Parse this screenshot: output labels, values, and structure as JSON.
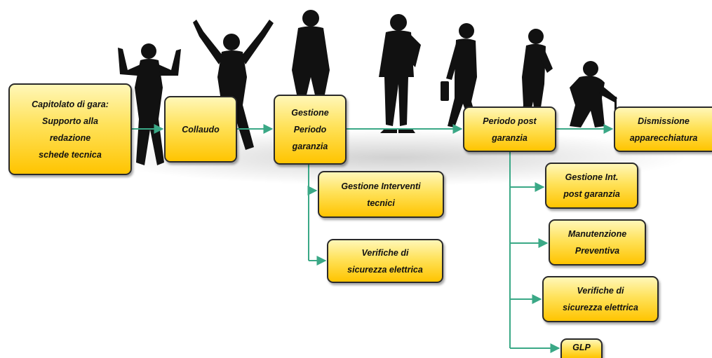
{
  "nodes": {
    "capitolato": "Capitolato di gara:\nSupporto alla\nredazione\nschede tecnica",
    "collaudo": "Collaudo",
    "gestione_periodo": "Gestione\nPeriodo\ngaranzia",
    "periodo_post": "Periodo post\ngaranzia",
    "dismissione": "Dismissione\napparecchiatura",
    "gestione_interventi": "Gestione Interventi\ntecnici",
    "verifiche_1": "Verifiche di\nsicurezza elettrica",
    "gestione_int_post": "Gestione Int.\npost garanzia",
    "manutenzione": "Manutenzione\nPreventiva",
    "verifiche_2": "Verifiche di\nsicurezza elettrica",
    "glp": "GLP"
  },
  "colors": {
    "connector": "#3aa886",
    "box_top": "#fff7b8",
    "box_bottom": "#ffc400",
    "box_border": "#2a2a2a",
    "silhouette": "#111111"
  },
  "icons": [
    "child-silhouette",
    "jumping-youth-silhouette",
    "man-silhouette",
    "man-standing-silhouette",
    "walking-man-silhouette",
    "older-man-silhouette",
    "elderly-person-cane-silhouette"
  ]
}
